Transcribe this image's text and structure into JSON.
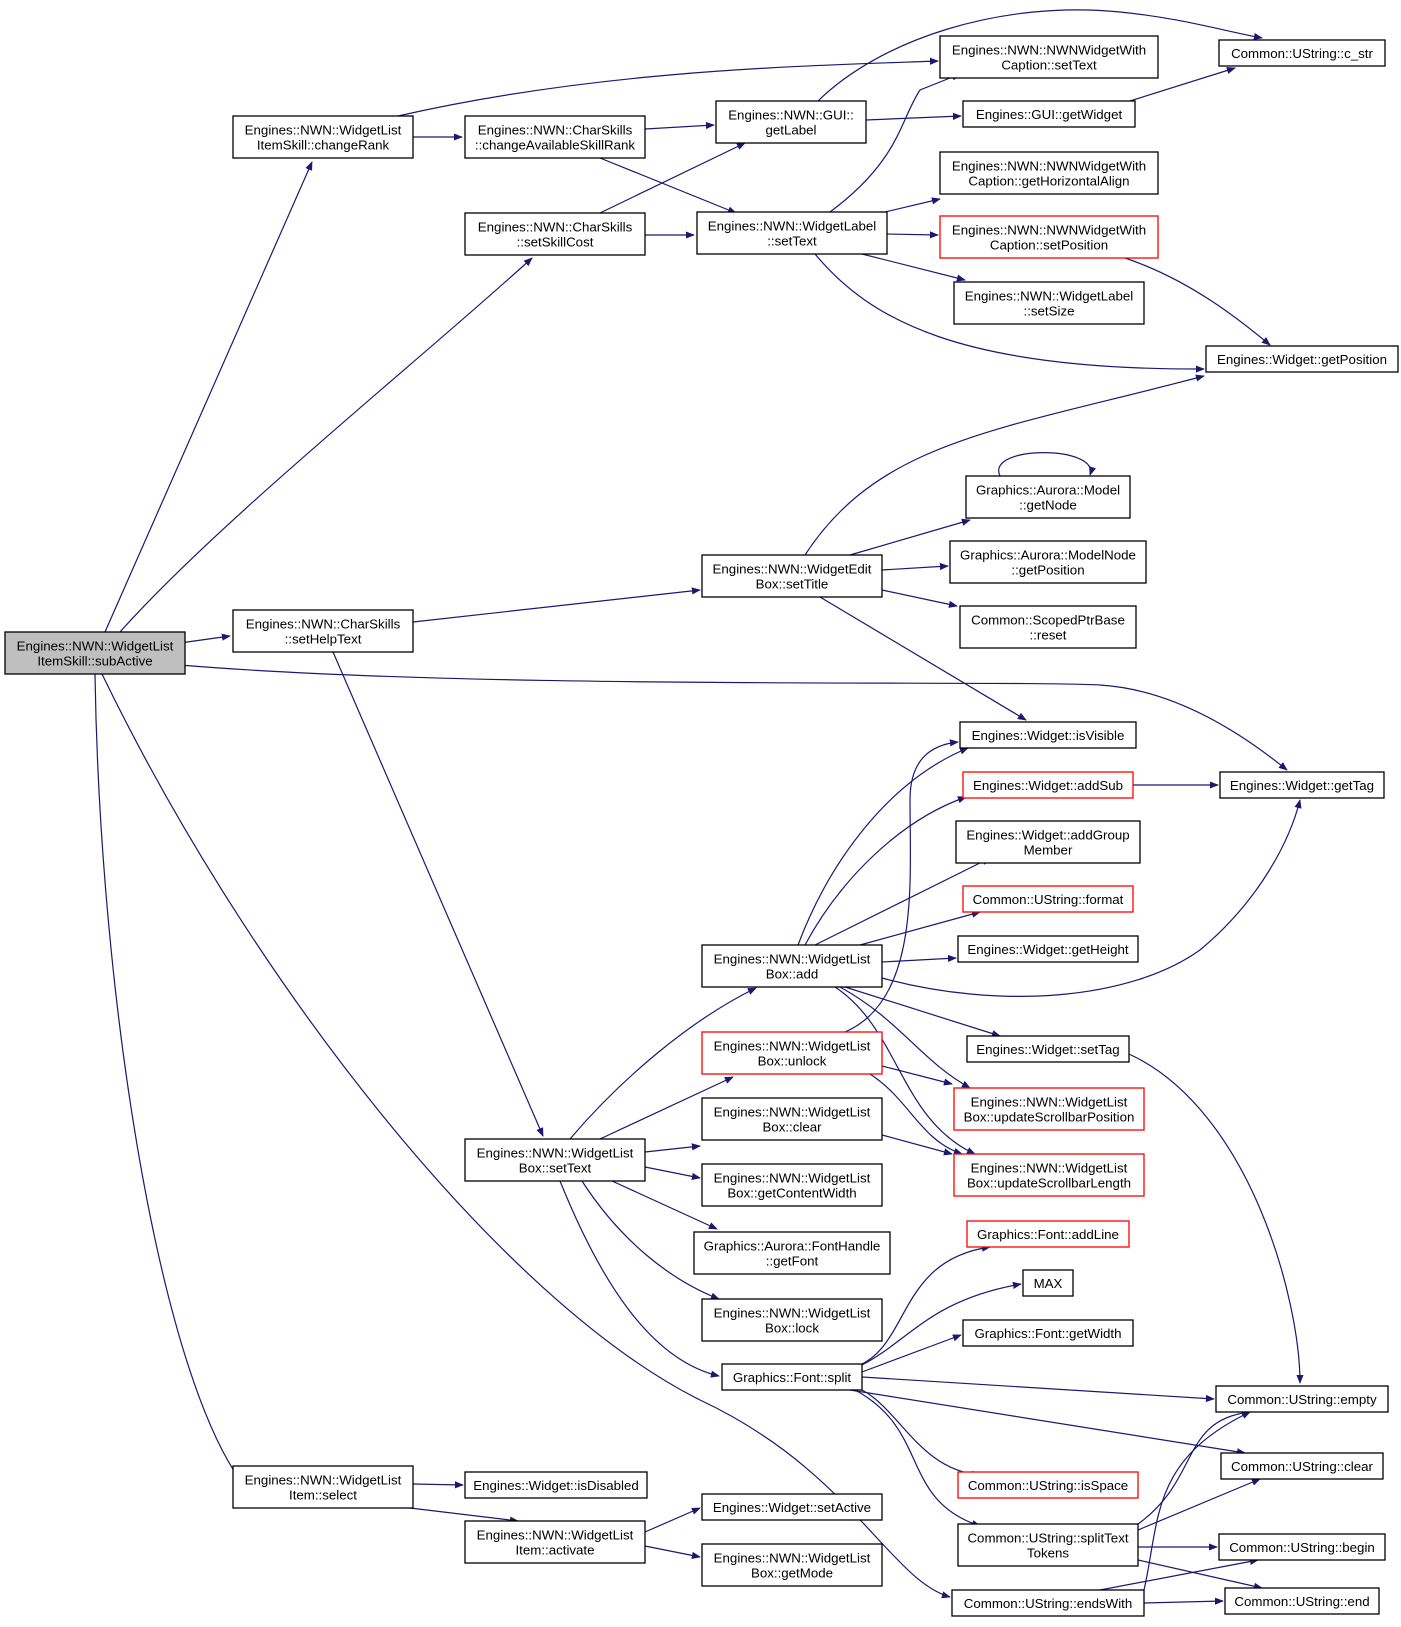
{
  "graph": {
    "type": "call-graph",
    "edge_color": "#191970",
    "root_fill": "#bfbfbf",
    "highlight_border": "#ff0000",
    "nodes": [
      {
        "id": "subActive",
        "lines": [
          "Engines::NWN::WidgetList",
          "ItemSkill::subActive"
        ],
        "root": true
      },
      {
        "id": "changeRank",
        "lines": [
          "Engines::NWN::WidgetList",
          "ItemSkill::changeRank"
        ]
      },
      {
        "id": "changeAvail",
        "lines": [
          "Engines::NWN::CharSkills",
          "::changeAvailableSkillRank"
        ]
      },
      {
        "id": "setSkillCost",
        "lines": [
          "Engines::NWN::CharSkills",
          "::setSkillCost"
        ]
      },
      {
        "id": "setHelpText",
        "lines": [
          "Engines::NWN::CharSkills",
          "::setHelpText"
        ]
      },
      {
        "id": "lbSetText",
        "lines": [
          "Engines::NWN::WidgetList",
          "Box::setText"
        ]
      },
      {
        "id": "itemSelect",
        "lines": [
          "Engines::NWN::WidgetList",
          "Item::select"
        ]
      },
      {
        "id": "itemActivate",
        "lines": [
          "Engines::NWN::WidgetList",
          "Item::activate"
        ]
      },
      {
        "id": "guiGetLabel",
        "lines": [
          "Engines::NWN::GUI::",
          "getLabel"
        ]
      },
      {
        "id": "wlSetText",
        "lines": [
          "Engines::NWN::WidgetLabel",
          "::setText"
        ]
      },
      {
        "id": "ebSetTitle",
        "lines": [
          "Engines::NWN::WidgetEdit",
          "Box::setTitle"
        ]
      },
      {
        "id": "lbAdd",
        "lines": [
          "Engines::NWN::WidgetList",
          "Box::add"
        ]
      },
      {
        "id": "lbUnlock",
        "lines": [
          "Engines::NWN::WidgetList",
          "Box::unlock"
        ],
        "red": true
      },
      {
        "id": "lbClear",
        "lines": [
          "Engines::NWN::WidgetList",
          "Box::clear"
        ]
      },
      {
        "id": "lbContentWidth",
        "lines": [
          "Engines::NWN::WidgetList",
          "Box::getContentWidth"
        ]
      },
      {
        "id": "fhGetFont",
        "lines": [
          "Graphics::Aurora::FontHandle",
          "::getFont"
        ]
      },
      {
        "id": "lbLock",
        "lines": [
          "Engines::NWN::WidgetList",
          "Box::lock"
        ]
      },
      {
        "id": "fontSplit",
        "lines": [
          "Graphics::Font::split"
        ]
      },
      {
        "id": "wSetActive",
        "lines": [
          "Engines::Widget::setActive"
        ]
      },
      {
        "id": "lbGetMode",
        "lines": [
          "Engines::NWN::WidgetList",
          "Box::getMode"
        ]
      },
      {
        "id": "wIsDisabled",
        "lines": [
          "Engines::Widget::isDisabled"
        ]
      },
      {
        "id": "capSetText",
        "lines": [
          "Engines::NWN::NWNWidgetWith",
          "Caption::setText"
        ]
      },
      {
        "id": "guiGetWidget",
        "lines": [
          "Engines::GUI::getWidget"
        ]
      },
      {
        "id": "capHAlign",
        "lines": [
          "Engines::NWN::NWNWidgetWith",
          "Caption::getHorizontalAlign"
        ]
      },
      {
        "id": "capSetPos",
        "lines": [
          "Engines::NWN::NWNWidgetWith",
          "Caption::setPosition"
        ],
        "red": true
      },
      {
        "id": "wlSetSize",
        "lines": [
          "Engines::NWN::WidgetLabel",
          "::setSize"
        ]
      },
      {
        "id": "modelGetNode",
        "lines": [
          "Graphics::Aurora::Model",
          "::getNode"
        ]
      },
      {
        "id": "mnGetPos",
        "lines": [
          "Graphics::Aurora::ModelNode",
          "::getPosition"
        ]
      },
      {
        "id": "spReset",
        "lines": [
          "Common::ScopedPtrBase",
          "::reset"
        ]
      },
      {
        "id": "wIsVisible",
        "lines": [
          "Engines::Widget::isVisible"
        ]
      },
      {
        "id": "wAddSub",
        "lines": [
          "Engines::Widget::addSub"
        ],
        "red": true
      },
      {
        "id": "wAddGroup",
        "lines": [
          "Engines::Widget::addGroup",
          "Member"
        ]
      },
      {
        "id": "usFormat",
        "lines": [
          "Common::UString::format"
        ],
        "red": true
      },
      {
        "id": "wGetHeight",
        "lines": [
          "Engines::Widget::getHeight"
        ]
      },
      {
        "id": "wSetTag",
        "lines": [
          "Engines::Widget::setTag"
        ]
      },
      {
        "id": "lbUpdScrollPos",
        "lines": [
          "Engines::NWN::WidgetList",
          "Box::updateScrollbarPosition"
        ],
        "red": true
      },
      {
        "id": "lbUpdScrollLen",
        "lines": [
          "Engines::NWN::WidgetList",
          "Box::updateScrollbarLength"
        ],
        "red": true
      },
      {
        "id": "fontAddLine",
        "lines": [
          "Graphics::Font::addLine"
        ],
        "red": true
      },
      {
        "id": "max",
        "lines": [
          "MAX"
        ]
      },
      {
        "id": "fontGetWidth",
        "lines": [
          "Graphics::Font::getWidth"
        ]
      },
      {
        "id": "usIsSpace",
        "lines": [
          "Common::UString::isSpace"
        ],
        "red": true
      },
      {
        "id": "usSplitTokens",
        "lines": [
          "Common::UString::splitText",
          "Tokens"
        ]
      },
      {
        "id": "usEndsWith",
        "lines": [
          "Common::UString::endsWith"
        ]
      },
      {
        "id": "usCStr",
        "lines": [
          "Common::UString::c_str"
        ]
      },
      {
        "id": "wGetPosition",
        "lines": [
          "Engines::Widget::getPosition"
        ]
      },
      {
        "id": "wGetTag",
        "lines": [
          "Engines::Widget::getTag"
        ]
      },
      {
        "id": "usEmpty",
        "lines": [
          "Common::UString::empty"
        ]
      },
      {
        "id": "usClear",
        "lines": [
          "Common::UString::clear"
        ]
      },
      {
        "id": "usBegin",
        "lines": [
          "Common::UString::begin"
        ]
      },
      {
        "id": "usEnd",
        "lines": [
          "Common::UString::end"
        ]
      }
    ]
  }
}
